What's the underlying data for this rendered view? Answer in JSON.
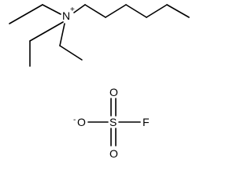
{
  "molecule": {
    "cation": {
      "nitrogen_label": "N",
      "nitrogen_charge": "+"
    },
    "anion": {
      "oxygen_top_label": "O",
      "oxygen_bottom_label": "O",
      "oxygen_left_label": "O",
      "oxygen_left_charge": "-",
      "sulfur_label": "S",
      "fluorine_label": "F"
    }
  }
}
